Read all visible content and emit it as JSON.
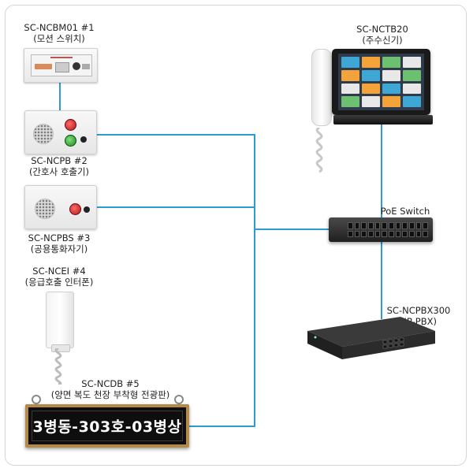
{
  "devices": {
    "motion_switch": {
      "model": "SC-NCBM01 #1",
      "desc": "(모션 스위치)"
    },
    "nurse_call": {
      "model": "SC-NCPB #2",
      "desc": "(간호사 호출기)"
    },
    "public_call": {
      "model": "SC-NCPBS #3",
      "desc": "(공용통화자기)"
    },
    "emergency_intercom": {
      "model": "SC-NCEI #4",
      "desc": "(응급호출 인터폰)"
    },
    "display_board": {
      "model": "SC-NCDB #5",
      "desc": "(양면 복도 천장 부착형 전광판)",
      "screen_text": "3병동-303호-03병상"
    },
    "master_console": {
      "model": "SC-NCTB20",
      "desc": "(주수신기)"
    },
    "poe_switch": {
      "label": "PoE Switch"
    },
    "pbx": {
      "model": "SC-NCPBX300",
      "desc": "(IP-PBX)"
    }
  },
  "colors": {
    "wire": "#2d9ad8",
    "board_frame": "#b48a4a"
  }
}
